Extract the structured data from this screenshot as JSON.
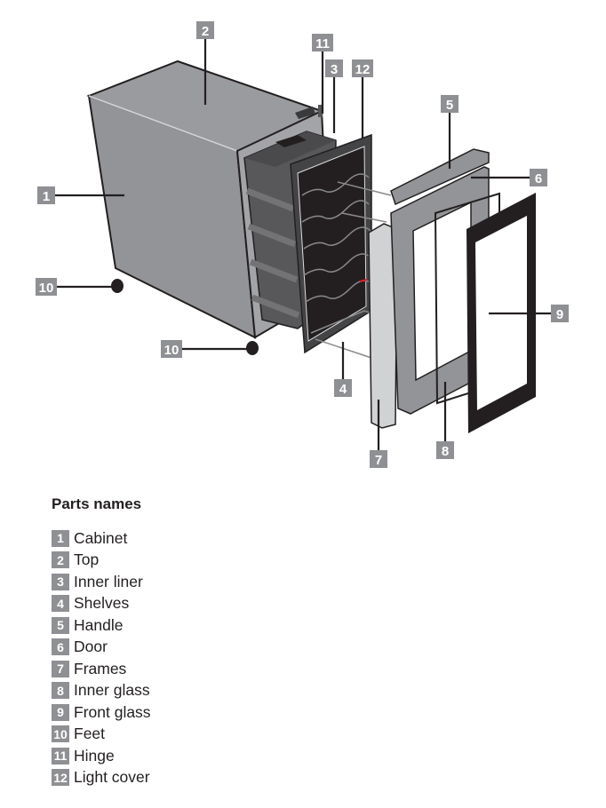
{
  "diagram": {
    "callouts": {
      "cabinet": "1",
      "top": "2",
      "hinge": "11",
      "inner_liner": "3",
      "light_cover": "12",
      "handle": "5",
      "door": "6",
      "front_glass": "9",
      "feet_left": "10",
      "feet_right": "10",
      "shelves": "4",
      "frames": "7",
      "inner_glass": "8"
    },
    "colors": {
      "badge": "#8f9093",
      "cabinet": "#939497",
      "liner": "#58585a",
      "glass_dark": "#231f20"
    }
  },
  "parts": {
    "title": "Parts names",
    "items": [
      {
        "num": "1",
        "name": "Cabinet"
      },
      {
        "num": "2",
        "name": "Top"
      },
      {
        "num": "3",
        "name": "Inner liner"
      },
      {
        "num": "4",
        "name": "Shelves"
      },
      {
        "num": "5",
        "name": "Handle"
      },
      {
        "num": "6",
        "name": "Door"
      },
      {
        "num": "7",
        "name": "Frames"
      },
      {
        "num": "8",
        "name": "Inner glass"
      },
      {
        "num": "9",
        "name": "Front glass"
      },
      {
        "num": "10",
        "name": "Feet"
      },
      {
        "num": "11",
        "name": "Hinge"
      },
      {
        "num": "12",
        "name": "Light cover"
      }
    ]
  }
}
